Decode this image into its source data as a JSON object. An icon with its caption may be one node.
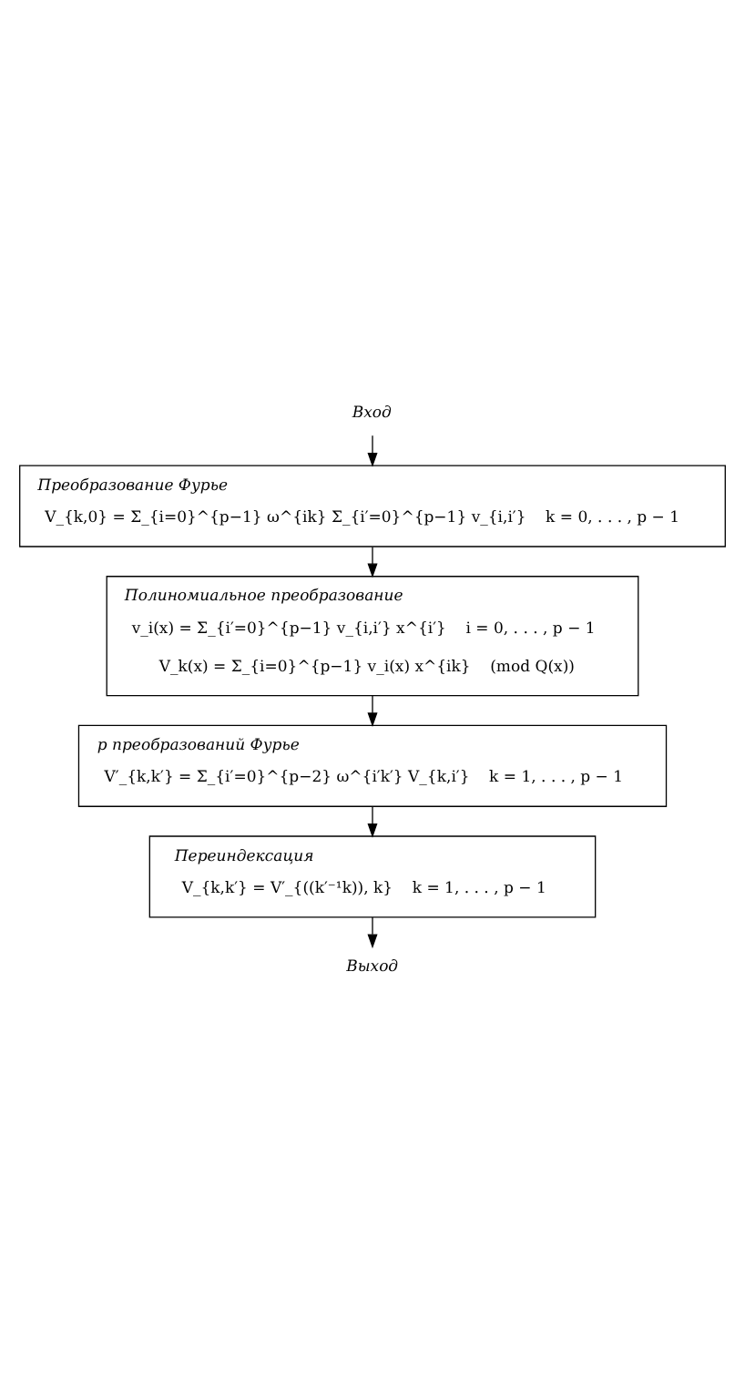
{
  "diagram": {
    "nodes": [
      {
        "text": [
          "Вход"
        ]
      },
      {
        "text": [
          "Преобразование Фурье",
          "V_{k,0} = Σ_{i=0}^{p−1} ω^{ik} Σ_{i′=0}^{p−1} v_{i,i′}    k = 0, . . . , p − 1"
        ]
      },
      {
        "text": [
          "Полиномиальное преобразование",
          "v_i(x) = Σ_{i′=0}^{p−1} v_{i,i′} x^{i′}    i = 0, . . . , p − 1",
          "V_k(x) = Σ_{i=0}^{p−1} v_i(x) x^{ik}    (mod Q(x))"
        ]
      },
      {
        "text": [
          "p преобразований Фурье",
          "V′_{k,k′} = Σ_{i′=0}^{p−2} ω^{i′k′} V_{k,i′}    k = 1, . . . , p − 1"
        ]
      },
      {
        "text": [
          "Переиндексация",
          "V_{k,k′} = V′_{((k′⁻¹k)), k}    k = 1, . . . , p − 1"
        ]
      },
      {
        "text": [
          "Выход"
        ]
      }
    ],
    "edges": [
      {
        "from": 0,
        "to": 1,
        "arrow": "to"
      },
      {
        "from": 1,
        "to": 2,
        "arrow": "to"
      },
      {
        "from": 2,
        "to": 3,
        "arrow": "to"
      },
      {
        "from": 3,
        "to": 4,
        "arrow": "to"
      },
      {
        "from": 4,
        "to": 5,
        "arrow": "to"
      }
    ]
  }
}
